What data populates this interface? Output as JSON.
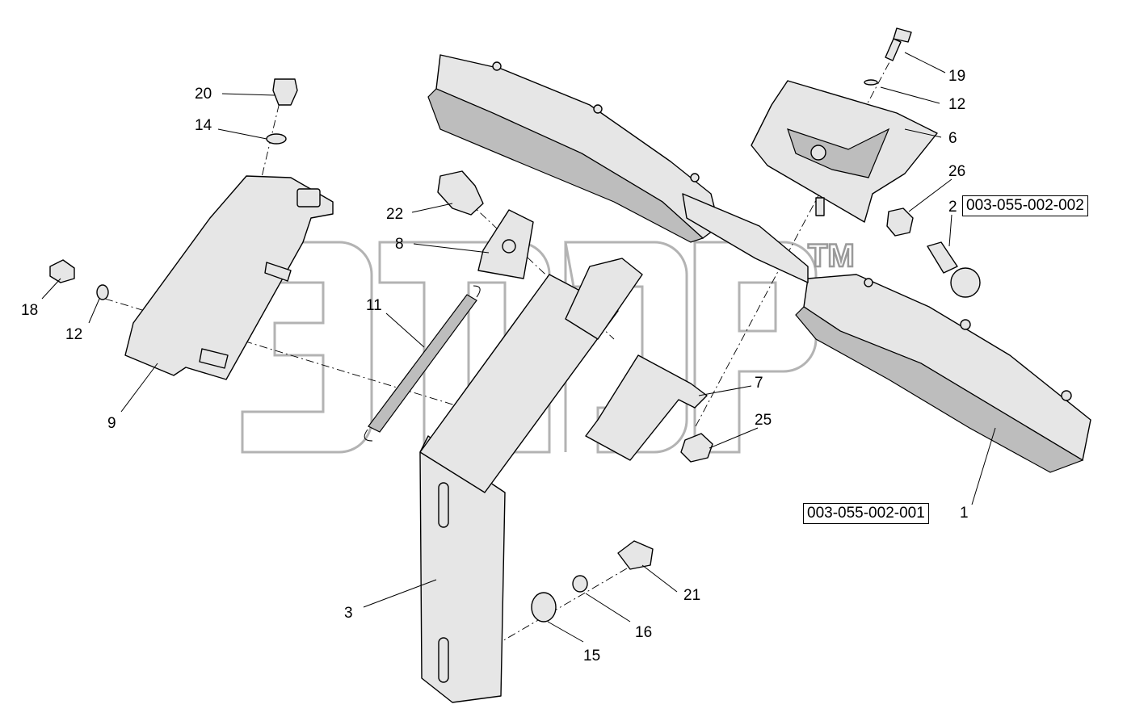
{
  "callouts": {
    "c1": "1",
    "c2": "2",
    "c3": "3",
    "c6": "6",
    "c7": "7",
    "c8": "8",
    "c9": "9",
    "c11": "11",
    "c12a": "12",
    "c12b": "12",
    "c14": "14",
    "c15": "15",
    "c16": "16",
    "c18": "18",
    "c19": "19",
    "c20": "20",
    "c21": "21",
    "c22": "22",
    "c25": "25",
    "c26": "26"
  },
  "codes": {
    "right_brush": "003-055-002-001",
    "mount_block": "003-055-002-002"
  },
  "watermark": {
    "trademark": "TM"
  },
  "colors": {
    "part_fill": "#e6e6e6",
    "watermark": "#9a9a9a"
  }
}
